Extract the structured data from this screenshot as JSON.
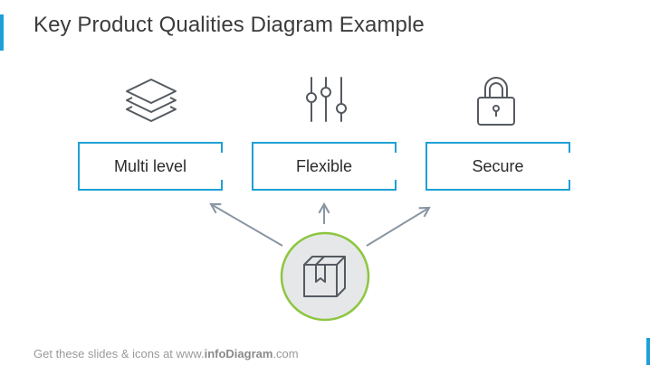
{
  "title": "Key Product Qualities Diagram Example",
  "qualities": [
    {
      "label": "Multi level",
      "icon": "layers-icon"
    },
    {
      "label": "Flexible",
      "icon": "sliders-icon"
    },
    {
      "label": "Secure",
      "icon": "padlock-icon"
    }
  ],
  "center": {
    "icon": "product-box-icon"
  },
  "footer": {
    "prefix": "Get these slides & icons at www.",
    "brand": "infoDiagram",
    "suffix": ".com"
  },
  "colors": {
    "accent": "#1ea0d6",
    "center_ring": "#8cc63f",
    "center_fill": "#e6e7e9",
    "icon_stroke": "#555a61",
    "arrow": "#8a96a3"
  }
}
